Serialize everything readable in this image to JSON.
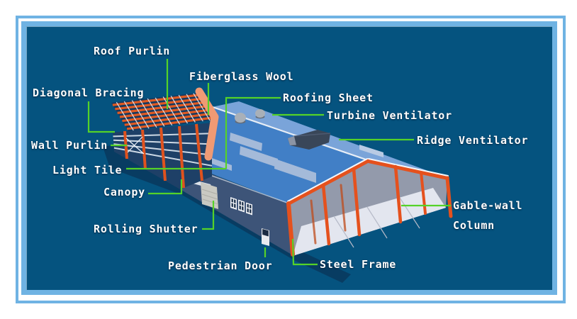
{
  "figure": {
    "type": "labeled-diagram",
    "subject": "Steel structure warehouse building components"
  },
  "colors": {
    "frame_border": "#6fb3e3",
    "panel_background": "#05537f",
    "leader_line": "#55d228",
    "label_text": "#ffffff",
    "roof_sheet_blue": "#417fc6",
    "far_roof_blue": "#7aa4d9",
    "wall_cladding": "#3d5478",
    "steel_frame_orange": "#e5511d",
    "fascia_salmon": "#f09a74",
    "floor_gray": "#e3e6ef"
  },
  "labels": {
    "roof_purlin": "Roof Purlin",
    "fiberglass_wool": "Fiberglass Wool",
    "diagonal_bracing": "Diagonal Bracing",
    "wall_purlin": "Wall Purlin",
    "light_tile": "Light Tile",
    "roofing_sheet": "Roofing Sheet",
    "turbine_ventilator": "Turbine Ventilator",
    "ridge_ventilator": "Ridge Ventilator",
    "canopy": "Canopy",
    "rolling_shutter": "Rolling Shutter",
    "pedestrian_door": "Pedestrian Door",
    "steel_frame": "Steel Frame",
    "gable_wall_column": {
      "line1": "Gable-wall",
      "line2": "Column"
    }
  }
}
